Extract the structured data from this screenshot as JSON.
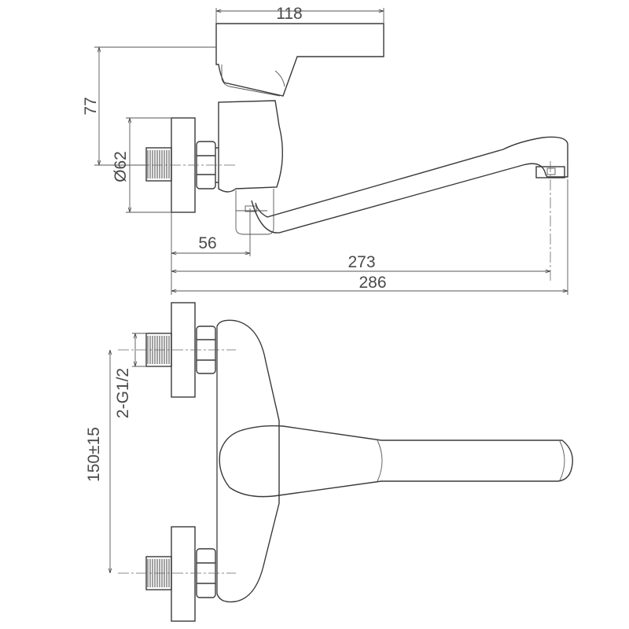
{
  "dimensions": {
    "width_top": "118",
    "height_top": "77",
    "flange_diameter": "Ø62",
    "body_offset": "56",
    "spout_length": "273",
    "overall_length": "286",
    "connection_thread": "2-G1/2",
    "inlet_spacing": "150±15"
  },
  "colors": {
    "line": "#3a3a3a",
    "text": "#4a4a4a",
    "background": "#ffffff"
  }
}
